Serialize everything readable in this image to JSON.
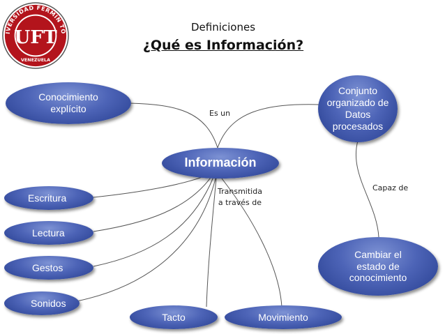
{
  "header": {
    "subtitle": "Definiciones",
    "title": "¿Qué es Información?"
  },
  "logo": {
    "ring_text": "UNIVERSIDAD FERMIN TORO",
    "bottom_text": "VENEZUELA",
    "monogram": "UFT",
    "colors": {
      "red": "#b3141c",
      "white": "#ffffff",
      "gray": "#555555"
    }
  },
  "nodes": {
    "central": "Información",
    "conocimiento": "Conocimiento\nexplícito",
    "conjunto": "Conjunto\norganizado de\nDatos\nprocesados",
    "cambiar": "Cambiar el\nestado de\nconocimiento",
    "escritura": "Escritura",
    "lectura": "Lectura",
    "gestos": "Gestos",
    "sonidos": "Sonidos",
    "tacto": "Tacto",
    "movimiento": "Movimiento"
  },
  "links": {
    "es_un": "Es un",
    "transmitida": "Transmitida\na través de",
    "capaz_de": "Capaz de"
  },
  "colors": {
    "node_dark": "#263d8e",
    "node_light": "#7d92d4",
    "connector": "#555555"
  }
}
